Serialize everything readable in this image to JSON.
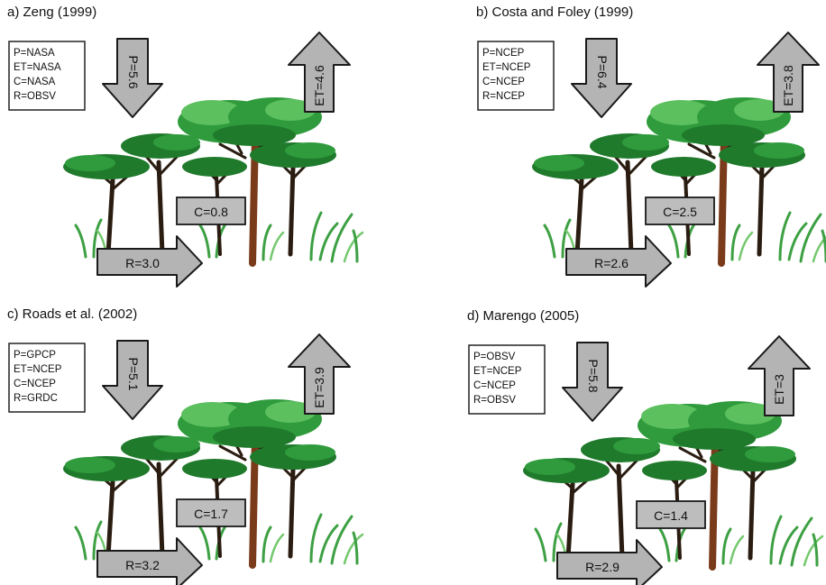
{
  "panels": [
    {
      "title": "a) Zeng (1999)",
      "legend": [
        "P=NASA",
        "ET=NASA",
        "C=NASA",
        "R=OBSV"
      ],
      "precip": "P=5.6",
      "evap": "ET=4.6",
      "convergence": "C=0.8",
      "runoff": "R=3.0"
    },
    {
      "title": "b) Costa and Foley (1999)",
      "legend": [
        "P=NCEP",
        "ET=NCEP",
        "C=NCEP",
        "R=NCEP"
      ],
      "precip": "P=6.4",
      "evap": "ET=3.8",
      "convergence": "C=2.5",
      "runoff": "R=2.6"
    },
    {
      "title": "c) Roads et al. (2002)",
      "legend": [
        "P=GPCP",
        "ET=NCEP",
        "C=NCEP",
        "R=GRDC"
      ],
      "precip": "P=5.1",
      "evap": "ET=3.9",
      "convergence": "C=1.7",
      "runoff": "R=3.2"
    },
    {
      "title": "d) Marengo (2005)",
      "legend": [
        "P=OBSV",
        "ET=NCEP",
        "C=NCEP",
        "R=OBSV"
      ],
      "precip": "P=5.8",
      "evap": "ET=3",
      "convergence": "C=1.4",
      "runoff": "R=2.9"
    }
  ],
  "colors": {
    "arrow_fill": "#b4b4b4",
    "foliage": "#2f9b3c",
    "trunk": "#7a3b1a",
    "grass": "#3da043"
  }
}
